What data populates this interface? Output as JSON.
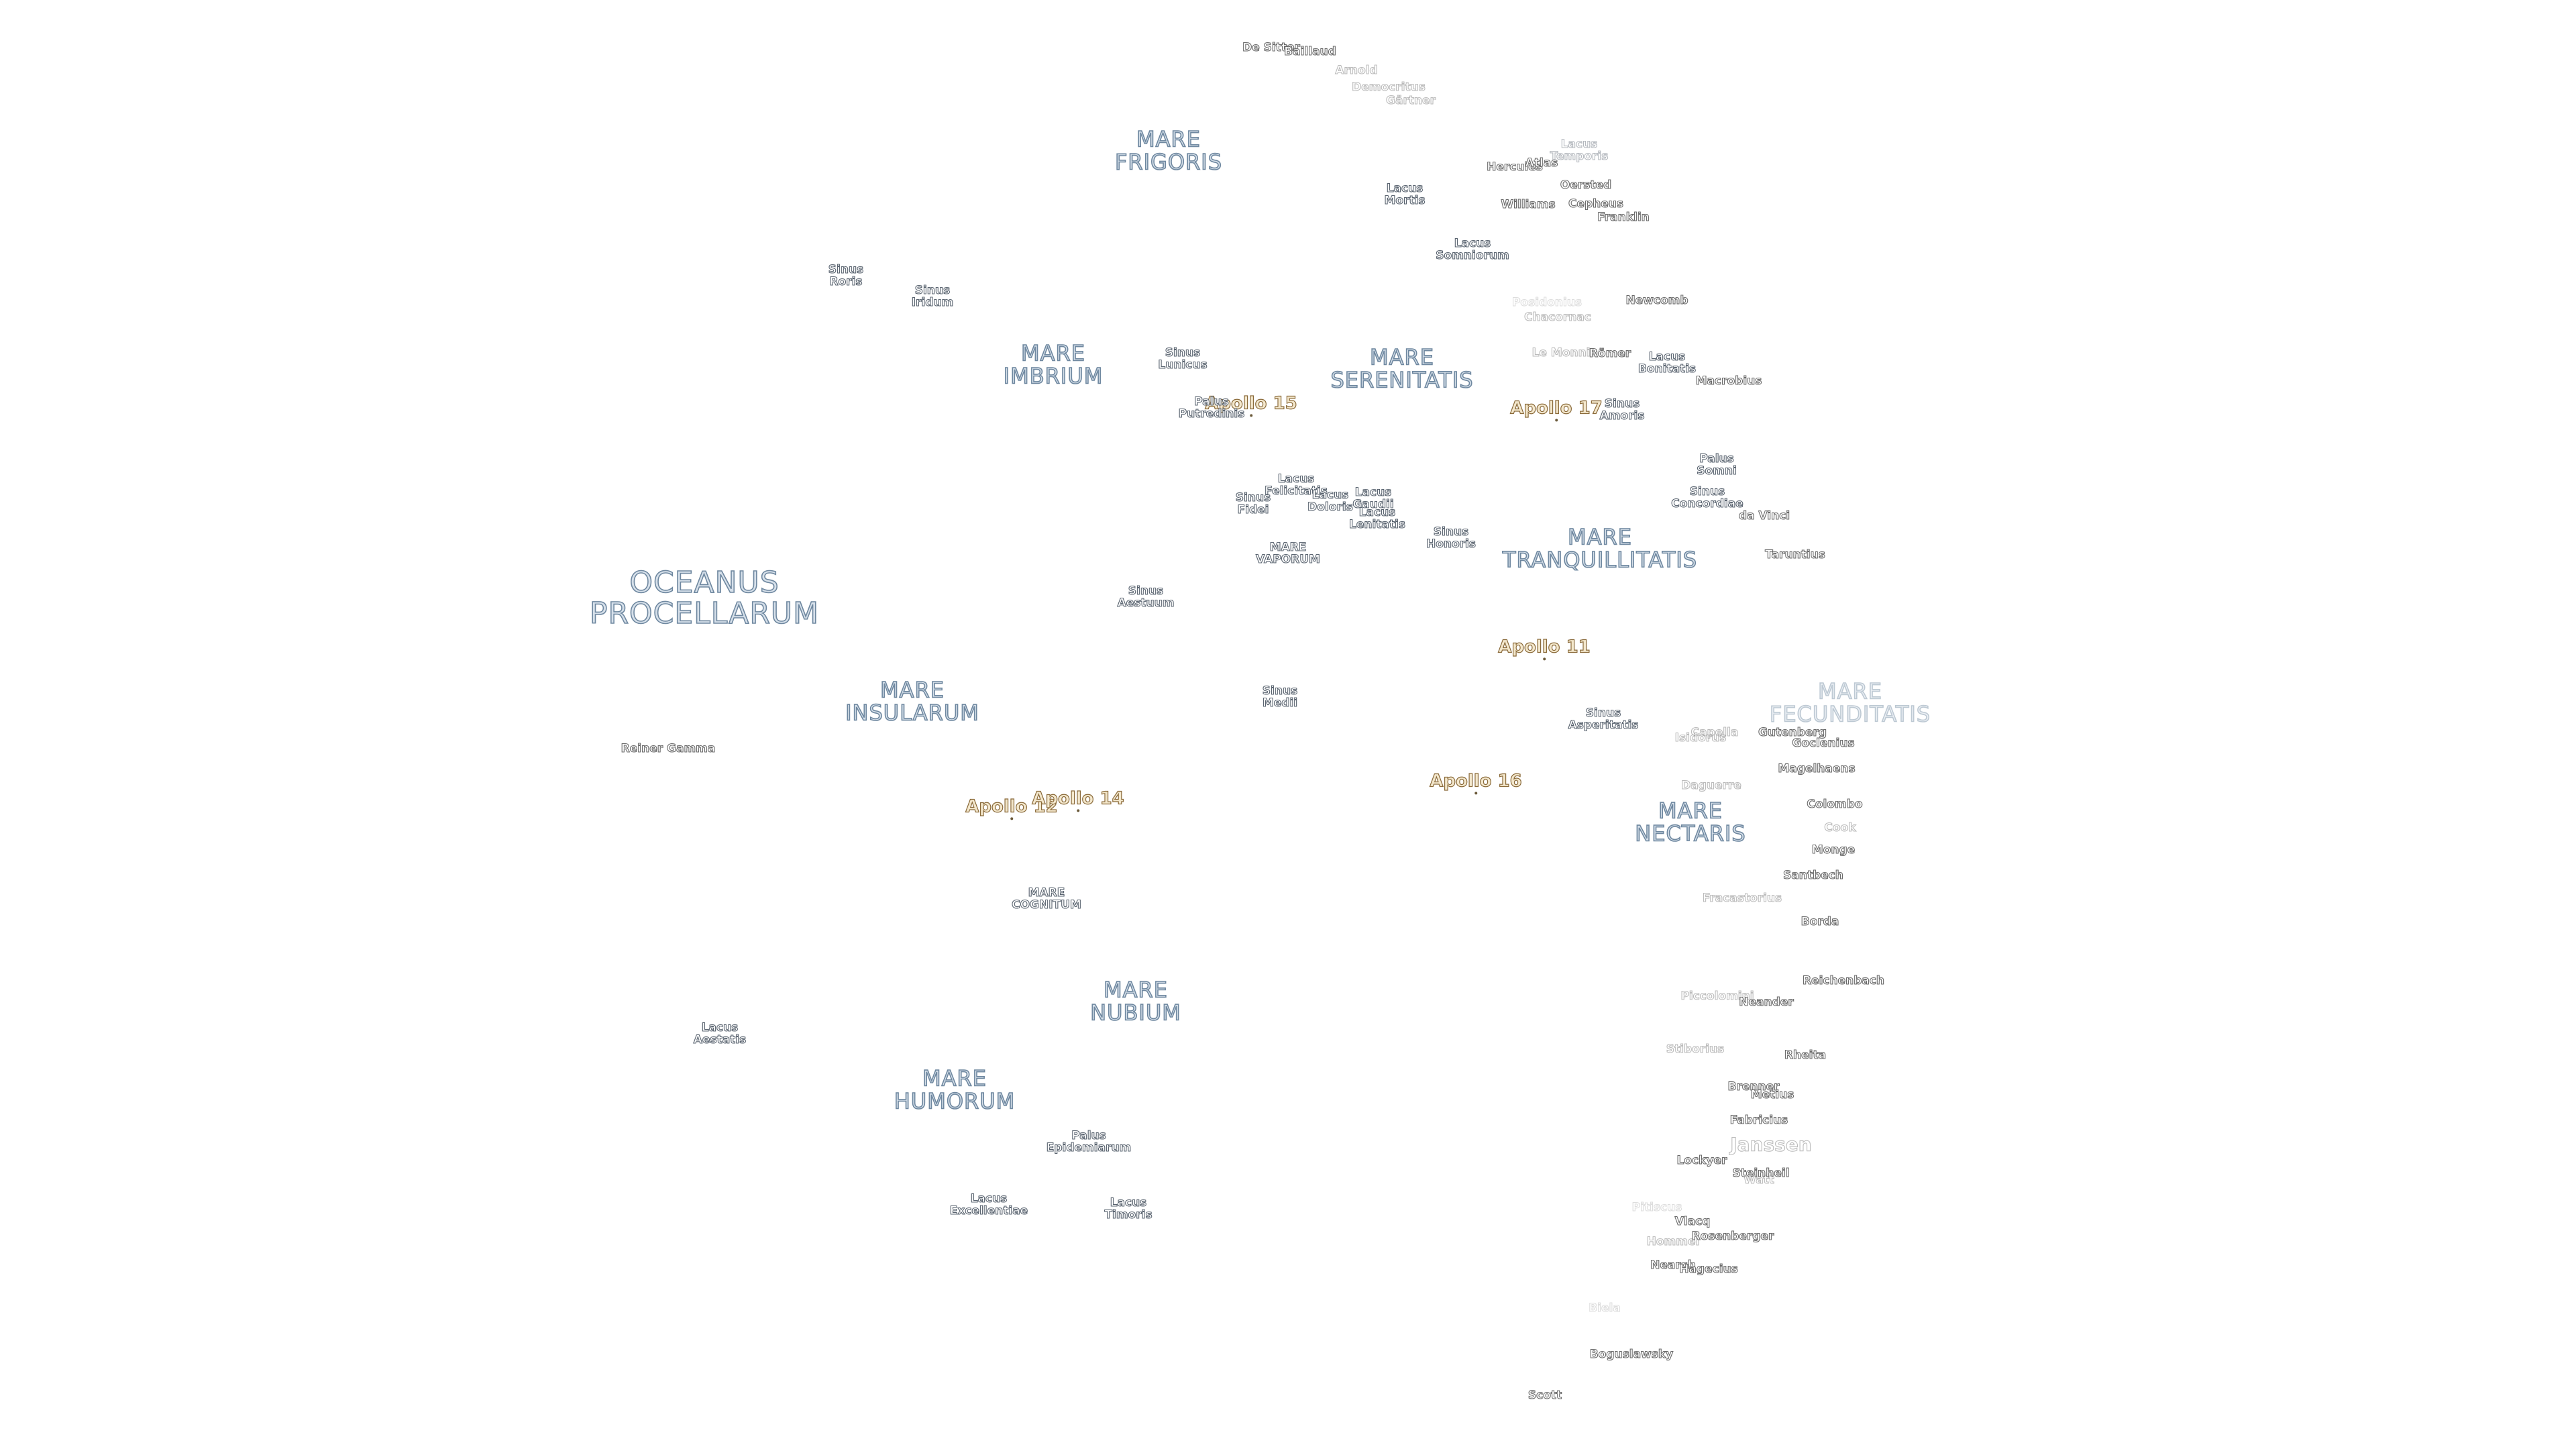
{
  "labels": [
    {
      "id": "oceanus-procellarum",
      "type": "mare",
      "big": true,
      "text": "OCEANUS\nPROCELLARUM"
    },
    {
      "id": "mare-frigoris",
      "type": "mare",
      "text": "MARE\nFRIGORIS"
    },
    {
      "id": "mare-imbrium",
      "type": "mare",
      "text": "MARE\nIMBRIUM"
    },
    {
      "id": "mare-serenitatis",
      "type": "mare",
      "text": "MARE\nSERENITATIS"
    },
    {
      "id": "mare-tranquillitatis",
      "type": "mare",
      "text": "MARE\nTRANQUILLITATIS"
    },
    {
      "id": "mare-fecunditatis",
      "type": "mare",
      "fade": "faded",
      "text": "MARE\nFECUNDITATIS"
    },
    {
      "id": "mare-insularum",
      "type": "mare",
      "text": "MARE\nINSULARUM"
    },
    {
      "id": "mare-cognitum",
      "type": "feat",
      "text": "MARE\nCOGNITUM"
    },
    {
      "id": "mare-nubium",
      "type": "mare",
      "text": "MARE\nNUBIUM"
    },
    {
      "id": "mare-humorum",
      "type": "mare",
      "text": "MARE\nHUMORUM"
    },
    {
      "id": "mare-vaporum",
      "type": "feat",
      "text": "MARE\nVAPORUM"
    },
    {
      "id": "mare-nectaris",
      "type": "mare",
      "text": "MARE\nNECTARIS"
    },
    {
      "id": "apollo-15",
      "type": "apollo",
      "text": "Apollo 15"
    },
    {
      "id": "apollo-17",
      "type": "apollo",
      "text": "Apollo 17"
    },
    {
      "id": "apollo-11",
      "type": "apollo",
      "text": "Apollo 11"
    },
    {
      "id": "apollo-16",
      "type": "apollo",
      "text": "Apollo 16"
    },
    {
      "id": "apollo-12",
      "type": "apollo",
      "text": "Apollo 12"
    },
    {
      "id": "apollo-14",
      "type": "apollo",
      "text": "Apollo 14"
    },
    {
      "id": "sinus-roris",
      "type": "feat",
      "text": "Sinus\nRoris"
    },
    {
      "id": "sinus-iridum",
      "type": "feat",
      "text": "Sinus\nIridum"
    },
    {
      "id": "sinus-lunicus",
      "type": "feat",
      "text": "Sinus\nLunicus"
    },
    {
      "id": "palus-putredinis",
      "type": "feat",
      "text": "Palus\nPutredinis"
    },
    {
      "id": "lacus-mortis",
      "type": "feat",
      "text": "Lacus\nMortis"
    },
    {
      "id": "lacus-somniorum",
      "type": "feat",
      "text": "Lacus\nSomniorum"
    },
    {
      "id": "lacus-temporis",
      "type": "feat",
      "fade": "faded",
      "text": "Lacus\nTemporis"
    },
    {
      "id": "lacus-bonitatis",
      "type": "feat",
      "text": "Lacus\nBonitatis"
    },
    {
      "id": "sinus-amoris",
      "type": "feat",
      "text": "Sinus\nAmoris"
    },
    {
      "id": "palus-somni",
      "type": "feat",
      "text": "Palus\nSomni"
    },
    {
      "id": "sinus-concordiae",
      "type": "feat",
      "text": "Sinus\nConcordiae"
    },
    {
      "id": "lacus-felicitatis",
      "type": "feat",
      "text": "Lacus\nFelicitatis"
    },
    {
      "id": "lacus-doloris",
      "type": "feat",
      "text": "Lacus\nDoloris"
    },
    {
      "id": "lacus-gaudii",
      "type": "feat",
      "text": "Lacus\nGaudii"
    },
    {
      "id": "lacus-lenitatis",
      "type": "feat",
      "text": "Lacus\nLenitatis"
    },
    {
      "id": "sinus-fidei",
      "type": "feat",
      "text": "Sinus\nFidei"
    },
    {
      "id": "sinus-honoris",
      "type": "feat",
      "text": "Sinus\nHonoris"
    },
    {
      "id": "sinus-aestuum",
      "type": "feat",
      "text": "Sinus\nAestuum"
    },
    {
      "id": "sinus-medii",
      "type": "feat",
      "text": "Sinus\nMedii"
    },
    {
      "id": "sinus-asperitatis",
      "type": "feat",
      "text": "Sinus\nAsperitatis"
    },
    {
      "id": "palus-epidemiarum",
      "type": "feat",
      "text": "Palus\nEpidemiarum"
    },
    {
      "id": "lacus-excellentiae",
      "type": "feat",
      "text": "Lacus\nExcellentiae"
    },
    {
      "id": "lacus-timoris",
      "type": "feat",
      "text": "Lacus\nTimoris"
    },
    {
      "id": "lacus-aestatis",
      "type": "feat",
      "text": "Lacus\nAestatis"
    },
    {
      "id": "de-sitter",
      "type": "crater",
      "text": "De Sitter"
    },
    {
      "id": "baillaud",
      "type": "crater",
      "text": "Baillaud"
    },
    {
      "id": "arnold",
      "type": "crater",
      "fade": "faded",
      "text": "Arnold"
    },
    {
      "id": "democritus",
      "type": "crater",
      "fade": "faded",
      "text": "Democritus"
    },
    {
      "id": "gartner",
      "type": "crater",
      "fade": "faded",
      "text": "Gärtner"
    },
    {
      "id": "hercules",
      "type": "crater",
      "text": "Hercules"
    },
    {
      "id": "atlas",
      "type": "crater",
      "text": "Atlas"
    },
    {
      "id": "oersted",
      "type": "crater",
      "text": "Oersted"
    },
    {
      "id": "williams",
      "type": "crater",
      "text": "Williams"
    },
    {
      "id": "cepheus",
      "type": "crater",
      "text": "Cepheus"
    },
    {
      "id": "franklin",
      "type": "crater",
      "text": "Franklin"
    },
    {
      "id": "posidonius",
      "type": "crater",
      "fade": "vfaded",
      "text": "Posidonius"
    },
    {
      "id": "newcomb",
      "type": "crater",
      "text": "Newcomb"
    },
    {
      "id": "chacornac",
      "type": "crater",
      "fade": "faded",
      "text": "Chacornac"
    },
    {
      "id": "le-monnier",
      "type": "crater",
      "fade": "faded",
      "text": "Le Monnier"
    },
    {
      "id": "romer",
      "type": "crater",
      "text": "Römer"
    },
    {
      "id": "macrobius",
      "type": "crater",
      "text": "Macrobius"
    },
    {
      "id": "da-vinci",
      "type": "crater",
      "text": "da Vinci"
    },
    {
      "id": "taruntius",
      "type": "crater",
      "text": "Taruntius"
    },
    {
      "id": "reiner-gamma",
      "type": "crater",
      "text": "Reiner Gamma"
    },
    {
      "id": "capella",
      "type": "crater",
      "fade": "faded",
      "text": "Capella"
    },
    {
      "id": "isidorus",
      "type": "crater",
      "fade": "faded",
      "text": "Isidorus"
    },
    {
      "id": "gutenberg",
      "type": "crater",
      "text": "Gutenberg"
    },
    {
      "id": "goclenius",
      "type": "crater",
      "text": "Goclenius"
    },
    {
      "id": "magelhaens",
      "type": "crater",
      "text": "Magelhaens"
    },
    {
      "id": "daguerre",
      "type": "crater",
      "fade": "faded",
      "text": "Daguerre"
    },
    {
      "id": "colombo",
      "type": "crater",
      "text": "Colombo"
    },
    {
      "id": "cook",
      "type": "crater",
      "fade": "faded",
      "text": "Cook"
    },
    {
      "id": "monge",
      "type": "crater",
      "text": "Monge"
    },
    {
      "id": "santbech",
      "type": "crater",
      "text": "Santbech"
    },
    {
      "id": "fracastorius",
      "type": "crater",
      "fade": "faded",
      "text": "Fracastorius"
    },
    {
      "id": "borda",
      "type": "crater",
      "text": "Borda"
    },
    {
      "id": "reichenbach",
      "type": "crater",
      "text": "Reichenbach"
    },
    {
      "id": "piccolomini",
      "type": "crater",
      "fade": "faded",
      "text": "Piccolomini"
    },
    {
      "id": "neander",
      "type": "crater",
      "text": "Neander"
    },
    {
      "id": "stiborius",
      "type": "crater",
      "fade": "faded",
      "text": "Stiborius"
    },
    {
      "id": "rheita",
      "type": "crater",
      "text": "Rheita"
    },
    {
      "id": "brenner",
      "type": "crater",
      "text": "Brenner"
    },
    {
      "id": "metius",
      "type": "crater",
      "text": "Metius"
    },
    {
      "id": "fabricius",
      "type": "crater",
      "text": "Fabricius"
    },
    {
      "id": "janssen",
      "type": "crater",
      "big": true,
      "fade": "faded",
      "text": "Janssen"
    },
    {
      "id": "lockyer",
      "type": "crater",
      "text": "Lockyer"
    },
    {
      "id": "steinheil",
      "type": "crater",
      "text": "Steinheil"
    },
    {
      "id": "watt",
      "type": "crater",
      "fade": "faded",
      "text": "Watt"
    },
    {
      "id": "pitiscus",
      "type": "crater",
      "fade": "vfaded",
      "text": "Pitiscus"
    },
    {
      "id": "vlacq",
      "type": "crater",
      "text": "Vlacq"
    },
    {
      "id": "hommel",
      "type": "crater",
      "fade": "faded",
      "text": "Hommel"
    },
    {
      "id": "rosenberger",
      "type": "crater",
      "text": "Rosenberger"
    },
    {
      "id": "nearch",
      "type": "crater",
      "text": "Nearch"
    },
    {
      "id": "hagecius",
      "type": "crater",
      "text": "Hagecius"
    },
    {
      "id": "biela",
      "type": "crater",
      "fade": "vfaded",
      "text": "Biela"
    },
    {
      "id": "boguslawsky",
      "type": "crater",
      "text": "Boguslawsky"
    },
    {
      "id": "scott",
      "type": "crater",
      "text": "Scott"
    }
  ]
}
